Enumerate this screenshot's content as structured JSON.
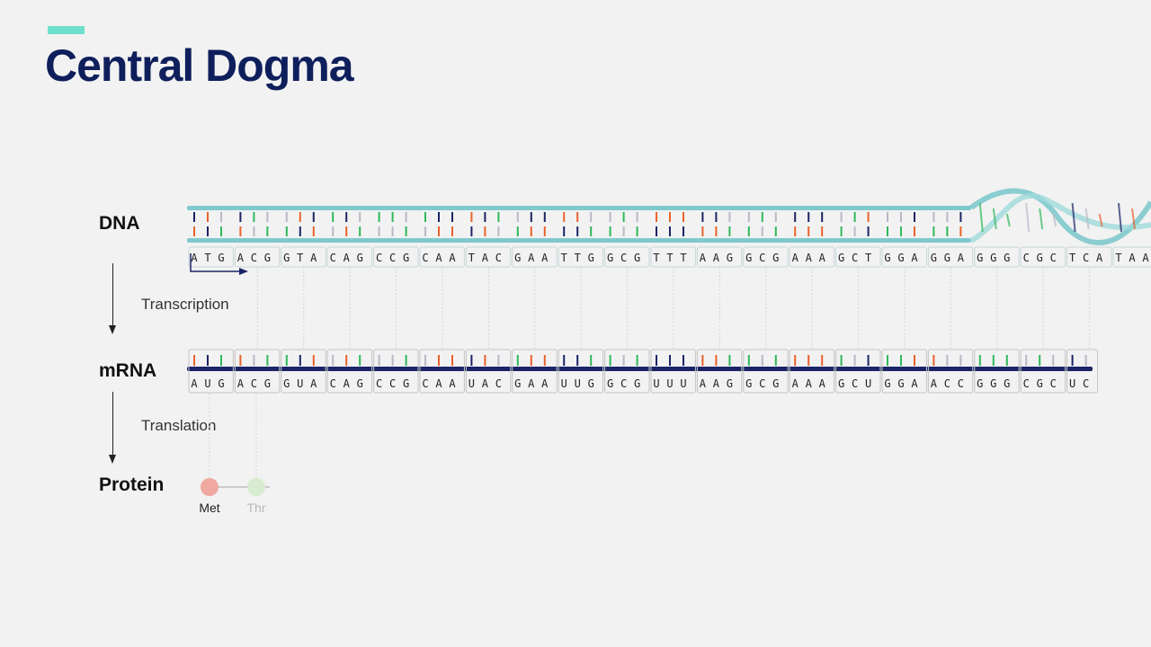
{
  "title": "Central Dogma",
  "labels": {
    "dna": "DNA",
    "mrna": "mRNA",
    "protein": "Protein",
    "transcription": "Transcription",
    "translation": "Translation"
  },
  "dna": {
    "codons": [
      "ATG",
      "ACG",
      "GTA",
      "CAG",
      "CCG",
      "CAA",
      "TAC",
      "GAA",
      "TTG",
      "GCG",
      "TTT",
      "AAG",
      "GCG",
      "AAA",
      "GCT",
      "GGA",
      "GGA",
      "GGG",
      "CGC",
      "TCA",
      "TAA"
    ]
  },
  "mrna": {
    "codons": [
      "AUG",
      "ACG",
      "GUA",
      "CAG",
      "CCG",
      "CAA",
      "UAC",
      "GAA",
      "UUG",
      "GCG",
      "UUU",
      "AAG",
      "GCG",
      "AAA",
      "GCU",
      "GGA",
      "ACC",
      "GGG",
      "CGC",
      "UC"
    ]
  },
  "protein": {
    "amino_acids": [
      {
        "name": "Met",
        "color": "#f0a8a0",
        "label_color": "#222222"
      },
      {
        "name": "Thr",
        "color": "#d7ecd0",
        "label_color": "#b8b8b8"
      }
    ]
  },
  "colors": {
    "title": "#0f1f5c",
    "accent": "#6ee0cc",
    "dna_backbone": "#7fc9cc",
    "mrna_backbone": "#1b2466",
    "base_A": "#e8622c",
    "base_T": "#1b2466",
    "base_U": "#1b2466",
    "base_G": "#2fb85a",
    "base_C": "#b8b8c8"
  }
}
